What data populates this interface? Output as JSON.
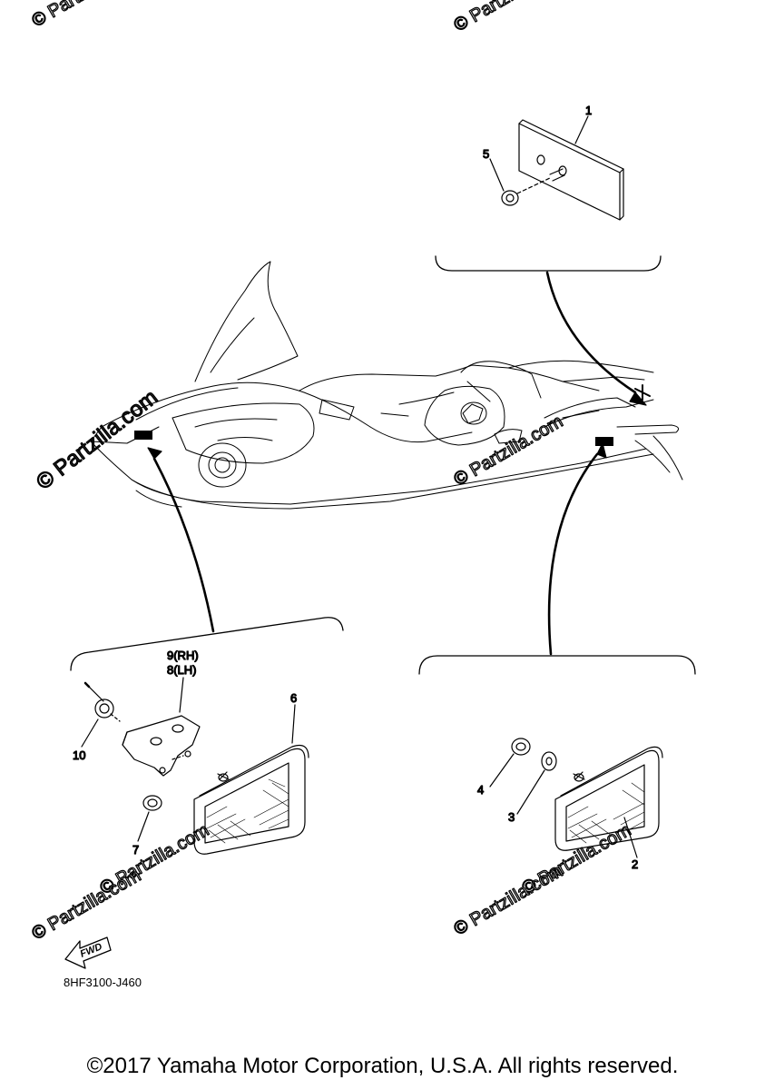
{
  "callouts": {
    "c1": "1",
    "c2": "2",
    "c3": "3",
    "c4": "4",
    "c5": "5",
    "c6": "6",
    "c7": "7",
    "c8": "8(LH)",
    "c9": "9(RH)",
    "c10": "10"
  },
  "fwd_label": "FWD",
  "diagram_code": "8HF3100-J460",
  "copyright": "©2017 Yamaha Motor Corporation, U.S.A. All rights reserved.",
  "watermarks": {
    "main": "© Partzilla.com",
    "faint": "© Partzilla.com"
  }
}
